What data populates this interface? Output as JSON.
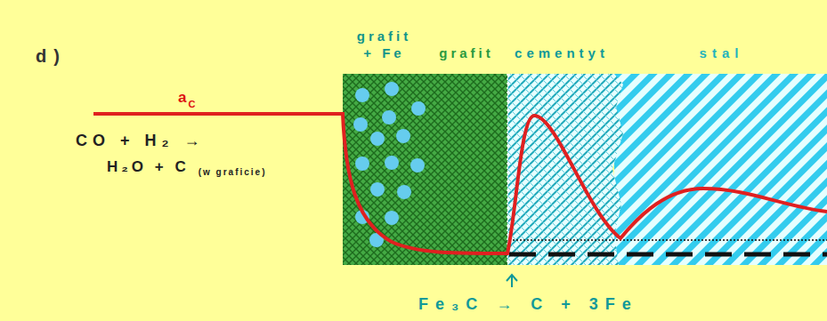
{
  "diagram": {
    "nodes": [
      {
        "text": [
          "grafit + Fe"
        ]
      },
      {
        "text": [
          "grafit"
        ]
      },
      {
        "text": [
          "cementyt"
        ]
      },
      {
        "text": [
          "stal"
        ]
      }
    ],
    "labels": [
      "d)",
      "a",
      "C",
      "CO + H₂ →",
      "H₂O + C",
      "(w graficie)",
      "Fe₃C → C + 3Fe"
    ]
  }
}
